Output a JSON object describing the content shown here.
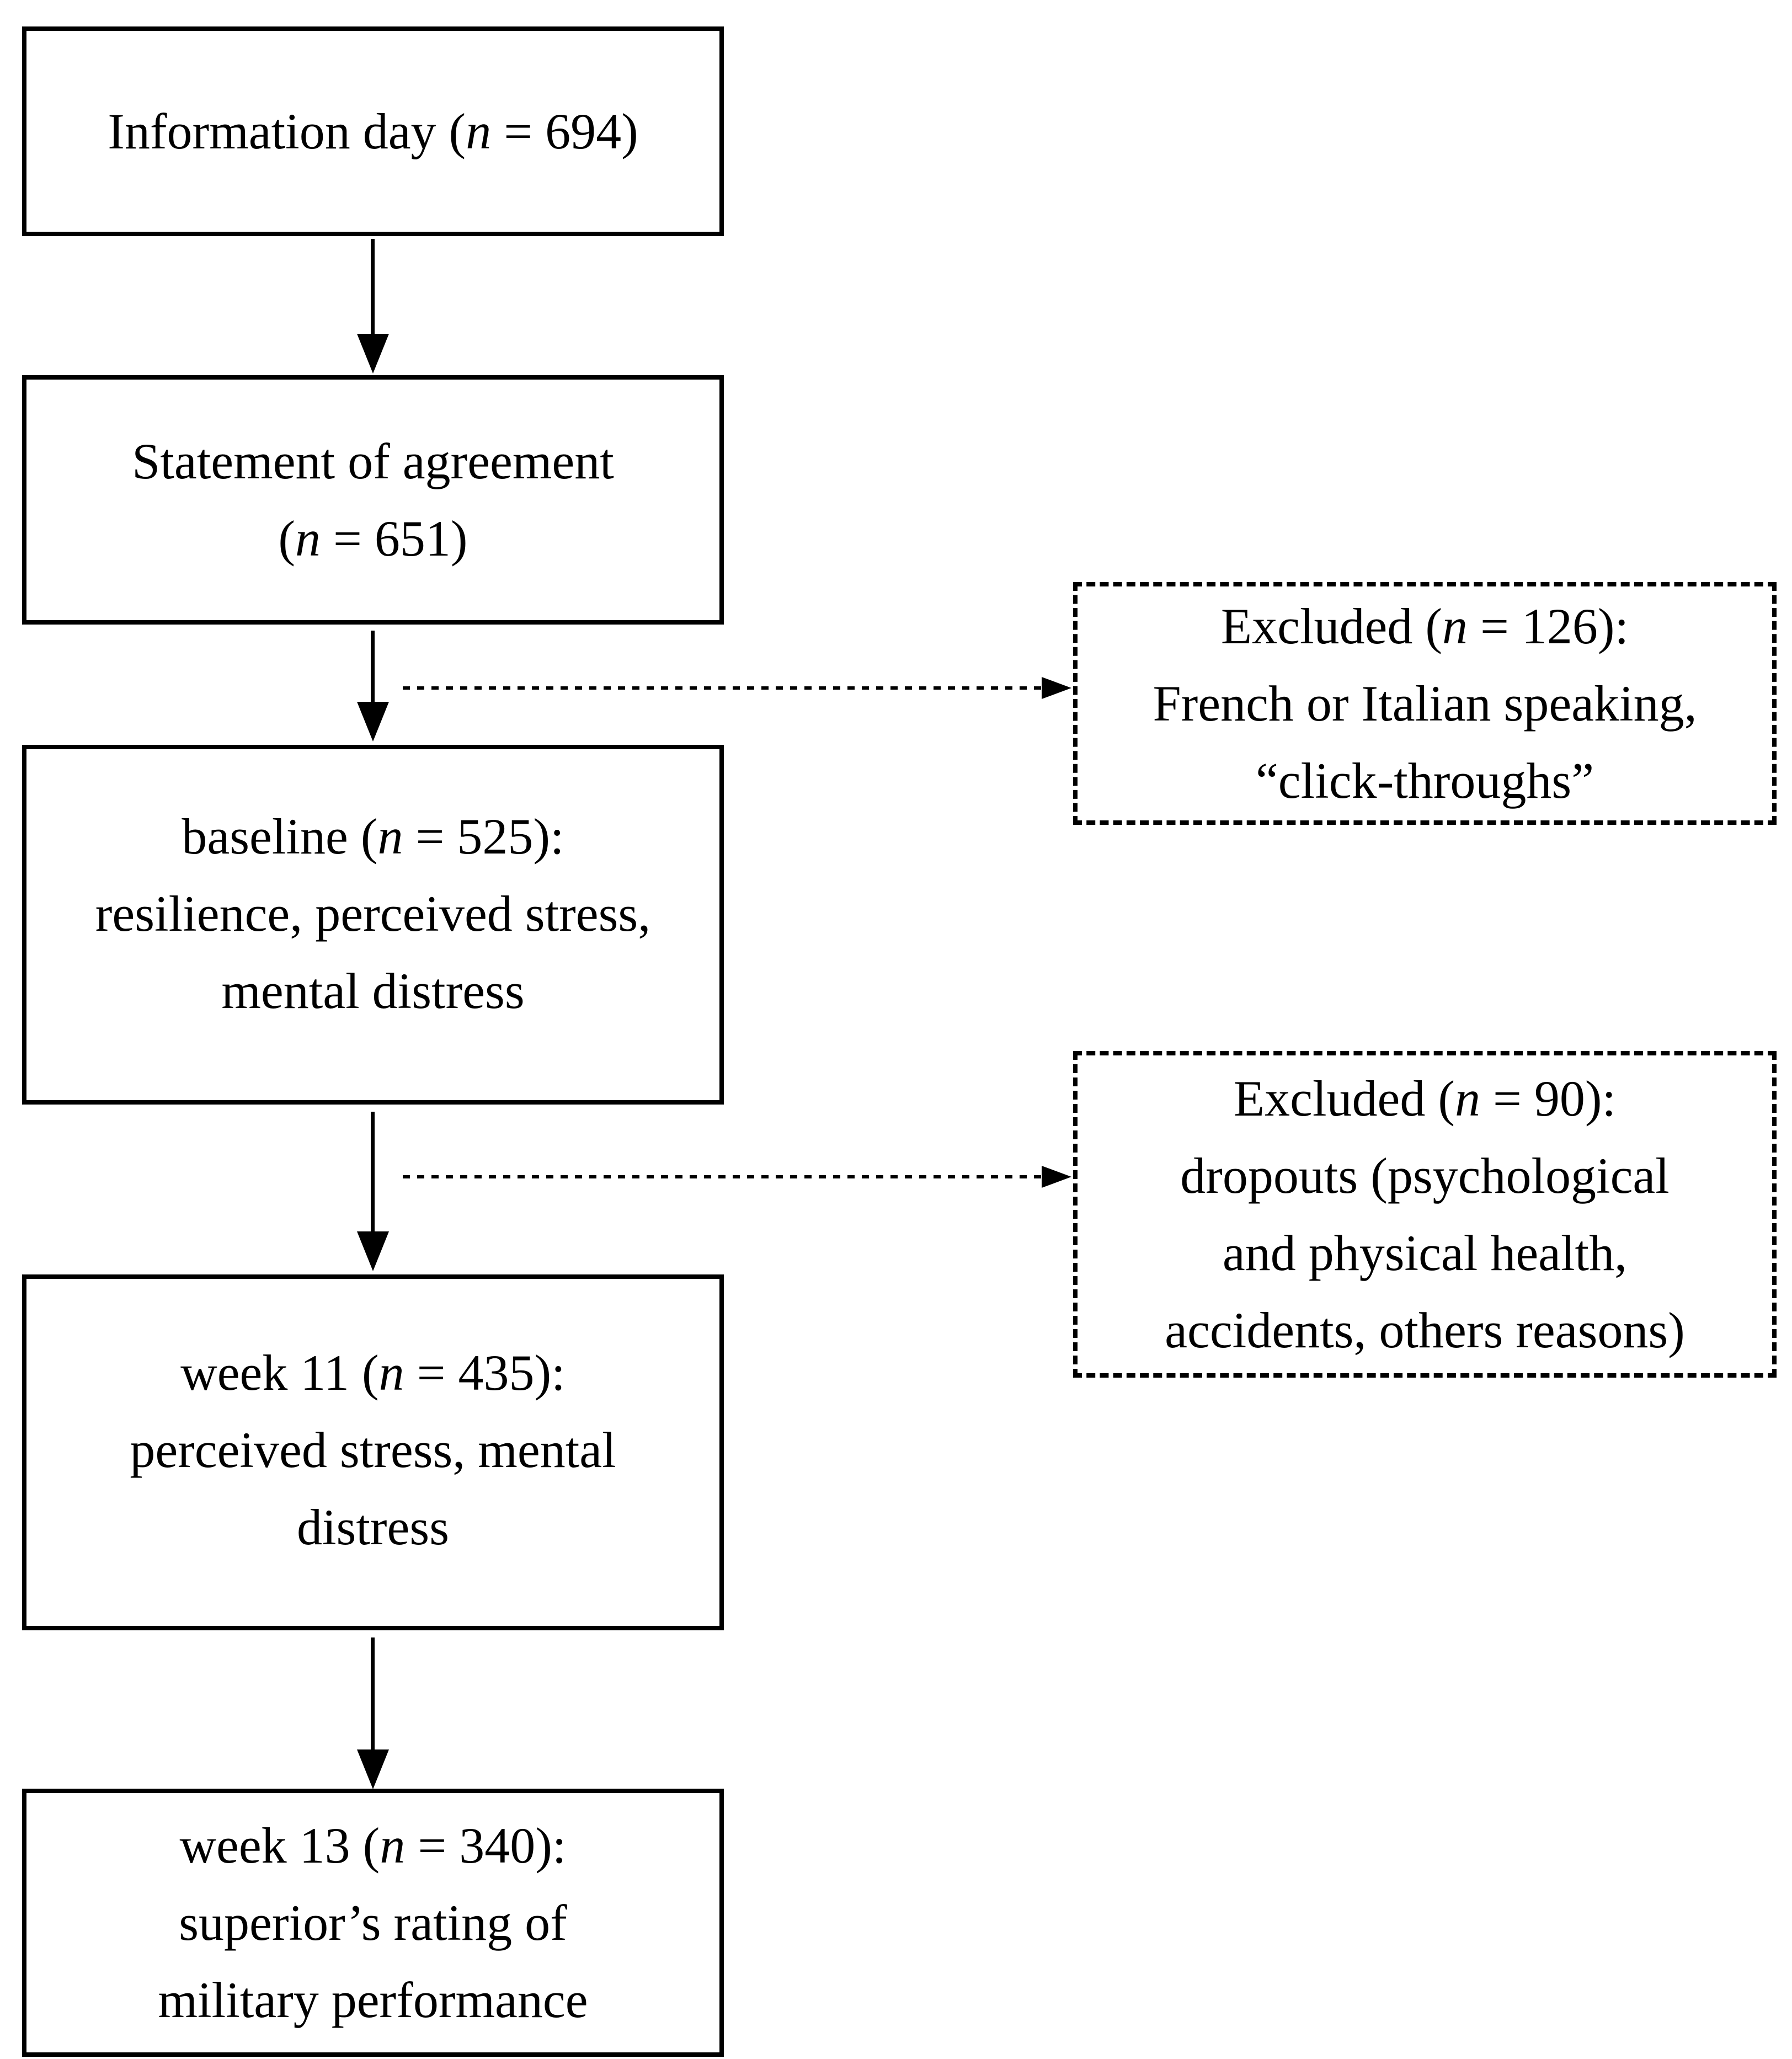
{
  "flow_boxes": [
    {
      "id": "information-day",
      "n": 694,
      "lines": [
        [
          {
            "t": "Information day (",
            "i": false
          },
          {
            "t": "n",
            "i": true
          },
          {
            "t": " = 694)",
            "i": false
          }
        ]
      ]
    },
    {
      "id": "statement-of-agreement",
      "n": 651,
      "lines": [
        [
          {
            "t": "Statement of agreement",
            "i": false
          }
        ],
        [
          {
            "t": "(",
            "i": false
          },
          {
            "t": "n",
            "i": true
          },
          {
            "t": " = 651)",
            "i": false
          }
        ]
      ]
    },
    {
      "id": "baseline",
      "n": 525,
      "lines": [
        [
          {
            "t": "baseline (",
            "i": false
          },
          {
            "t": "n",
            "i": true
          },
          {
            "t": " = 525):",
            "i": false
          }
        ],
        [
          {
            "t": "resilience,  perceived stress,",
            "i": false
          }
        ],
        [
          {
            "t": "mental distress",
            "i": false
          }
        ]
      ]
    },
    {
      "id": "week-11",
      "n": 435,
      "lines": [
        [
          {
            "t": "week 11 (",
            "i": false
          },
          {
            "t": "n",
            "i": true
          },
          {
            "t": " = 435):",
            "i": false
          }
        ],
        [
          {
            "t": "perceived stress, mental",
            "i": false
          }
        ],
        [
          {
            "t": "distress",
            "i": false
          }
        ]
      ]
    },
    {
      "id": "week-13",
      "n": 340,
      "lines": [
        [
          {
            "t": "week 13 (",
            "i": false
          },
          {
            "t": "n",
            "i": true
          },
          {
            "t": " = 340):",
            "i": false
          }
        ],
        [
          {
            "t": "superior’s rating of",
            "i": false
          }
        ],
        [
          {
            "t": "military  performance",
            "i": false
          }
        ]
      ]
    }
  ],
  "excluded_boxes": [
    {
      "id": "excluded-1",
      "n": 126,
      "lines": [
        [
          {
            "t": "Excluded (",
            "i": false
          },
          {
            "t": "n",
            "i": true
          },
          {
            "t": " = 126):",
            "i": false
          }
        ],
        [
          {
            "t": "French or Italian speaking,",
            "i": false
          }
        ],
        [
          {
            "t": "“click-throughs”",
            "i": false
          }
        ]
      ]
    },
    {
      "id": "excluded-2",
      "n": 90,
      "lines": [
        [
          {
            "t": "Excluded (",
            "i": false
          },
          {
            "t": "n",
            "i": true
          },
          {
            "t": " = 90):",
            "i": false
          }
        ],
        [
          {
            "t": "dropouts (psychological",
            "i": false
          }
        ],
        [
          {
            "t": "and physical health,",
            "i": false
          }
        ],
        [
          {
            "t": "accidents,  others reasons)",
            "i": false
          }
        ]
      ]
    }
  ],
  "colors": {
    "line": "#000000",
    "background": "#ffffff"
  }
}
